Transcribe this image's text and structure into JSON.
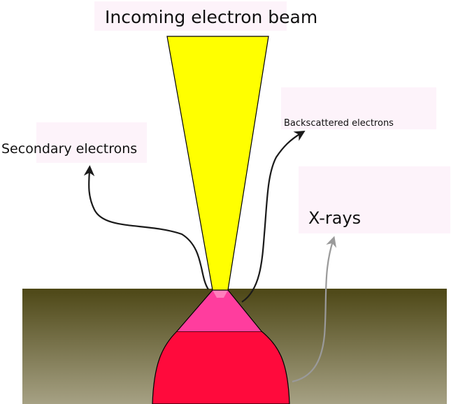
{
  "labels": {
    "incoming_beam": "Incoming electron beam",
    "secondary_electrons": "Secondary electrons",
    "backscattered_electrons": "Backscattered electrons",
    "x_rays": "X-rays"
  },
  "colors": {
    "beam": "#ffff00",
    "sample_top": "#4d4716",
    "sample_bottom": "#a6a184",
    "interaction_top": "#ff3d9e",
    "interaction_tip": "#ff80bd",
    "interaction_bulb": "#ff0a3c",
    "electron_arrow": "#1a1a1a",
    "xray_arrow": "#9a9a9a",
    "label_background": "#fdf3fa"
  },
  "icons": {
    "secondary_arrow": "curved-arrow",
    "backscatter_arrow": "curved-arrow",
    "xray_arrow": "curved-arrow"
  }
}
